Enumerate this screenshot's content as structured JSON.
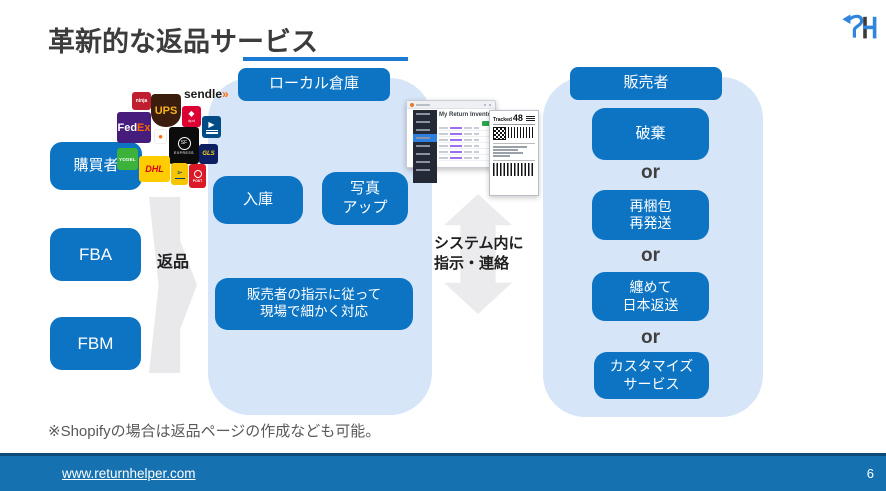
{
  "slide": {
    "title": "革新的な返品サービス",
    "note": "※Shopifyの場合は返品ページの作成なども可能。"
  },
  "colors": {
    "primary_blue": "#0d74c4",
    "panel_light_blue": "#d7e5f8",
    "footer_blue": "#1571af",
    "arrow_gray": "#e9e9ec",
    "title_gray": "#3c3c3c"
  },
  "left_flow": {
    "buyer": "購買者",
    "fba": "FBA",
    "fbm": "FBM",
    "return_label": "返品"
  },
  "warehouse": {
    "header": "ローカル倉庫",
    "inbound": "入庫",
    "photo_line1": "写真",
    "photo_line2": "アップ",
    "follow_line1": "販売者の指示に従って",
    "follow_line2": "現場で細かく対応"
  },
  "system_link": {
    "line1": "システム内に",
    "line2": "指示・連絡"
  },
  "seller": {
    "header": "販売者",
    "discard": "破棄",
    "or": "or",
    "repack_line1": "再梱包",
    "repack_line2": "再発送",
    "bundle_line1": "纏めて",
    "bundle_line2": "日本返送",
    "custom_line1": "カスタマイズ",
    "custom_line2": "サービス"
  },
  "carriers": [
    {
      "name": "ninja-van",
      "label": "ninja"
    },
    {
      "name": "ups",
      "label": "UPS"
    },
    {
      "name": "sendle",
      "label": "sendle",
      "mark": "»"
    },
    {
      "name": "dpd",
      "label": "dpd"
    },
    {
      "name": "fedex",
      "label_fed": "Fed",
      "label_ex": "Ex"
    },
    {
      "name": "usps"
    },
    {
      "name": "sf-express",
      "label": "SF",
      "sub": "EXPRESS"
    },
    {
      "name": "gls",
      "label": "GLS"
    },
    {
      "name": "yodel",
      "label": "YODEL"
    },
    {
      "name": "dhl",
      "label": "DHL"
    },
    {
      "name": "la-poste"
    },
    {
      "name": "australia-post",
      "label": "POST"
    },
    {
      "name": "orange-courier"
    }
  ],
  "app_screenshot": {
    "page_title": "My Return Inventory",
    "label_heading": "Tracked",
    "label_number": "48"
  },
  "footer": {
    "url": "www.returnhelper.com",
    "page_number": "6"
  }
}
